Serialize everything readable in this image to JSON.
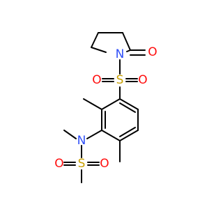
{
  "molecule": {
    "atoms": {
      "oxygen_carbonyl": "O",
      "nitrogen_pyrrolidinone": "N",
      "sulfur_sulfonyl_top": "S",
      "oxygen_sulfonyl_top_left": "O",
      "oxygen_sulfonyl_top_right": "O",
      "nitrogen_amine": "N",
      "sulfur_sulfonyl_bottom": "S",
      "oxygen_sulfonyl_bottom_left": "O",
      "oxygen_sulfonyl_bottom_right": "O"
    },
    "colors": {
      "oxygen": "#ff0d0d",
      "nitrogen": "#3050f8",
      "sulfur": "#c8a000",
      "bond": "#000000"
    }
  }
}
